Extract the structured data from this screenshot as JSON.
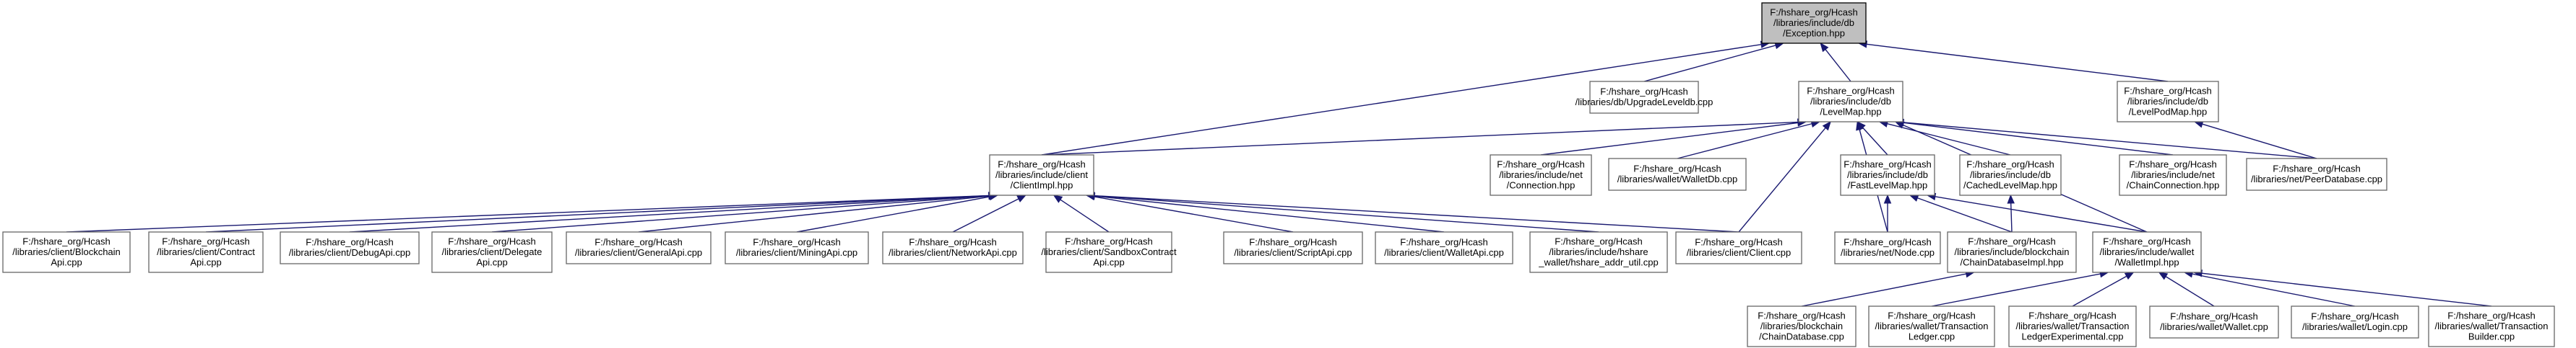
{
  "diagram": {
    "nodes": [
      {
        "id": "exception",
        "lines": [
          "F:/hshare_org/Hcash",
          "/libraries/include/db",
          "/Exception.hpp"
        ],
        "root": true
      },
      {
        "id": "upgrade",
        "lines": [
          "F:/hshare_org/Hcash",
          "/libraries/db/UpgradeLeveldb.cpp"
        ]
      },
      {
        "id": "levelmap",
        "lines": [
          "F:/hshare_org/Hcash",
          "/libraries/include/db",
          "/LevelMap.hpp"
        ]
      },
      {
        "id": "levelpod",
        "lines": [
          "F:/hshare_org/Hcash",
          "/libraries/include/db",
          "/LevelPodMap.hpp"
        ]
      },
      {
        "id": "clientimpl",
        "lines": [
          "F:/hshare_org/Hcash",
          "/libraries/include/client",
          "/ClientImpl.hpp"
        ]
      },
      {
        "id": "connection",
        "lines": [
          "F:/hshare_org/Hcash",
          "/libraries/include/net",
          "/Connection.hpp"
        ]
      },
      {
        "id": "walletdb",
        "lines": [
          "F:/hshare_org/Hcash",
          "/libraries/wallet/WalletDb.cpp"
        ]
      },
      {
        "id": "fastlevel",
        "lines": [
          "F:/hshare_org/Hcash",
          "/libraries/include/db",
          "/FastLevelMap.hpp"
        ]
      },
      {
        "id": "cachedlevel",
        "lines": [
          "F:/hshare_org/Hcash",
          "/libraries/include/db",
          "/CachedLevelMap.hpp"
        ]
      },
      {
        "id": "chainconn",
        "lines": [
          "F:/hshare_org/Hcash",
          "/libraries/include/net",
          "/ChainConnection.hpp"
        ]
      },
      {
        "id": "peerdb",
        "lines": [
          "F:/hshare_org/Hcash",
          "/libraries/net/PeerDatabase.cpp"
        ]
      },
      {
        "id": "blockchainapi",
        "lines": [
          "F:/hshare_org/Hcash",
          "/libraries/client/Blockchain",
          "Api.cpp"
        ]
      },
      {
        "id": "contractapi",
        "lines": [
          "F:/hshare_org/Hcash",
          "/libraries/client/Contract",
          "Api.cpp"
        ]
      },
      {
        "id": "debugapi",
        "lines": [
          "F:/hshare_org/Hcash",
          "/libraries/client/DebugApi.cpp"
        ]
      },
      {
        "id": "delegateapi",
        "lines": [
          "F:/hshare_org/Hcash",
          "/libraries/client/Delegate",
          "Api.cpp"
        ]
      },
      {
        "id": "generalapi",
        "lines": [
          "F:/hshare_org/Hcash",
          "/libraries/client/GeneralApi.cpp"
        ]
      },
      {
        "id": "miningapi",
        "lines": [
          "F:/hshare_org/Hcash",
          "/libraries/client/MiningApi.cpp"
        ]
      },
      {
        "id": "networkapi",
        "lines": [
          "F:/hshare_org/Hcash",
          "/libraries/client/NetworkApi.cpp"
        ]
      },
      {
        "id": "sandboxapi",
        "lines": [
          "F:/hshare_org/Hcash",
          "/libraries/client/SandboxContract",
          "Api.cpp"
        ]
      },
      {
        "id": "scriptapi",
        "lines": [
          "F:/hshare_org/Hcash",
          "/libraries/client/ScriptApi.cpp"
        ]
      },
      {
        "id": "walletapi",
        "lines": [
          "F:/hshare_org/Hcash",
          "/libraries/client/WalletApi.cpp"
        ]
      },
      {
        "id": "addrutil",
        "lines": [
          "F:/hshare_org/Hcash",
          "/libraries/include/hshare",
          "_wallet/hshare_addr_util.cpp"
        ]
      },
      {
        "id": "client",
        "lines": [
          "F:/hshare_org/Hcash",
          "/libraries/client/Client.cpp"
        ]
      },
      {
        "id": "node",
        "lines": [
          "F:/hshare_org/Hcash",
          "/libraries/net/Node.cpp"
        ]
      },
      {
        "id": "chaindbimpl",
        "lines": [
          "F:/hshare_org/Hcash",
          "/libraries/include/blockchain",
          "/ChainDatabaseImpl.hpp"
        ]
      },
      {
        "id": "walletimpl",
        "lines": [
          "F:/hshare_org/Hcash",
          "/libraries/include/wallet",
          "/WalletImpl.hpp"
        ]
      },
      {
        "id": "chaindb",
        "lines": [
          "F:/hshare_org/Hcash",
          "/libraries/blockchain",
          "/ChainDatabase.cpp"
        ]
      },
      {
        "id": "txledger",
        "lines": [
          "F:/hshare_org/Hcash",
          "/libraries/wallet/Transaction",
          "Ledger.cpp"
        ]
      },
      {
        "id": "txledgerexp",
        "lines": [
          "F:/hshare_org/Hcash",
          "/libraries/wallet/Transaction",
          "LedgerExperimental.cpp"
        ]
      },
      {
        "id": "walletcpp",
        "lines": [
          "F:/hshare_org/Hcash",
          "/libraries/wallet/Wallet.cpp"
        ]
      },
      {
        "id": "login",
        "lines": [
          "F:/hshare_org/Hcash",
          "/libraries/wallet/Login.cpp"
        ]
      },
      {
        "id": "txbuilder",
        "lines": [
          "F:/hshare_org/Hcash",
          "/libraries/wallet/Transaction",
          "Builder.cpp"
        ]
      }
    ],
    "edges": [
      [
        "upgrade",
        "exception"
      ],
      [
        "levelmap",
        "exception"
      ],
      [
        "levelpod",
        "exception"
      ],
      [
        "clientimpl",
        "exception"
      ],
      [
        "clientimpl",
        "levelmap"
      ],
      [
        "connection",
        "levelmap"
      ],
      [
        "walletdb",
        "levelmap"
      ],
      [
        "fastlevel",
        "levelmap"
      ],
      [
        "cachedlevel",
        "levelmap"
      ],
      [
        "chainconn",
        "levelmap"
      ],
      [
        "peerdb",
        "levelmap"
      ],
      [
        "node",
        "levelmap"
      ],
      [
        "client",
        "levelmap"
      ],
      [
        "walletimpl",
        "levelmap"
      ],
      [
        "peerdb",
        "levelpod"
      ],
      [
        "blockchainapi",
        "clientimpl"
      ],
      [
        "contractapi",
        "clientimpl"
      ],
      [
        "debugapi",
        "clientimpl"
      ],
      [
        "delegateapi",
        "clientimpl"
      ],
      [
        "generalapi",
        "clientimpl"
      ],
      [
        "miningapi",
        "clientimpl"
      ],
      [
        "networkapi",
        "clientimpl"
      ],
      [
        "sandboxapi",
        "clientimpl"
      ],
      [
        "scriptapi",
        "clientimpl"
      ],
      [
        "walletapi",
        "clientimpl"
      ],
      [
        "addrutil",
        "clientimpl"
      ],
      [
        "client",
        "clientimpl"
      ],
      [
        "node",
        "fastlevel"
      ],
      [
        "chaindbimpl",
        "fastlevel"
      ],
      [
        "walletimpl",
        "fastlevel"
      ],
      [
        "chaindbimpl",
        "cachedlevel"
      ],
      [
        "chaindb",
        "chaindbimpl"
      ],
      [
        "txledger",
        "walletimpl"
      ],
      [
        "txledgerexp",
        "walletimpl"
      ],
      [
        "walletcpp",
        "walletimpl"
      ],
      [
        "login",
        "walletimpl"
      ],
      [
        "txbuilder",
        "walletimpl"
      ]
    ]
  }
}
